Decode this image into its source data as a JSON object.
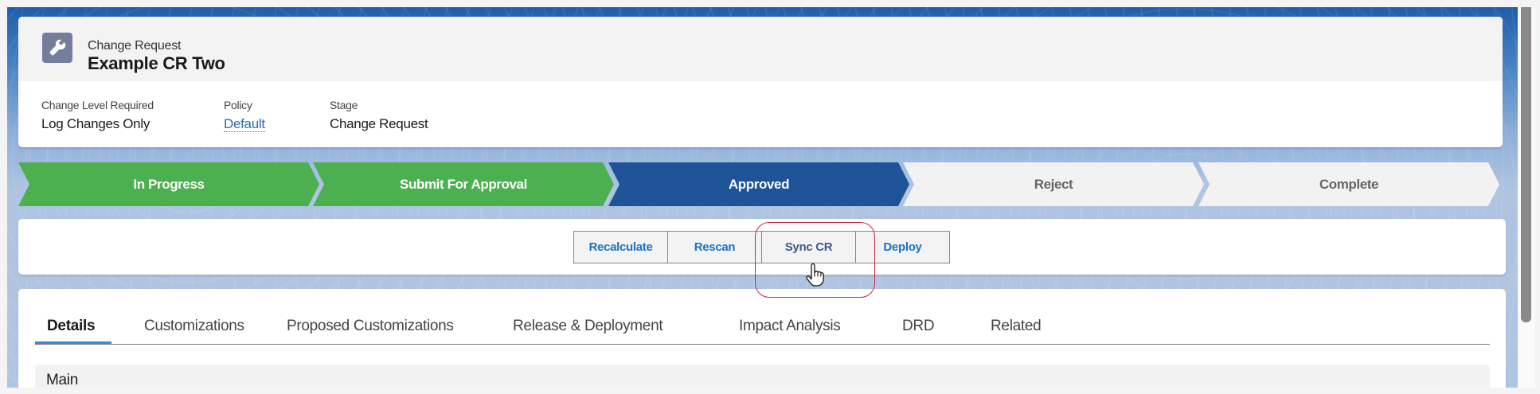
{
  "header": {
    "record_type": "Change Request",
    "record_name": "Example CR Two",
    "icon": "wrench-icon",
    "icon_color": "#747d9c",
    "fields": [
      {
        "label": "Change Level Required",
        "value": "Log Changes Only",
        "is_link": false
      },
      {
        "label": "Policy",
        "value": "Default",
        "is_link": true
      },
      {
        "label": "Stage",
        "value": "Change Request",
        "is_link": false
      }
    ]
  },
  "path": {
    "stages": [
      {
        "label": "In Progress",
        "status": "complete"
      },
      {
        "label": "Submit For Approval",
        "status": "complete"
      },
      {
        "label": "Approved",
        "status": "current"
      },
      {
        "label": "Reject",
        "status": "todo"
      },
      {
        "label": "Complete",
        "status": "todo"
      }
    ],
    "colors": {
      "complete": "#4caf50",
      "current": "#1f5397",
      "todo": "#f2f2f2"
    }
  },
  "actions": {
    "buttons": [
      {
        "label": "Recalculate"
      },
      {
        "label": "Rescan"
      },
      {
        "label": "Sync CR",
        "hovered": true
      },
      {
        "label": "Deploy"
      }
    ],
    "highlight_color": "#c5283d"
  },
  "tabs": {
    "items": [
      {
        "label": "Details",
        "active": true
      },
      {
        "label": "Customizations"
      },
      {
        "label": "Proposed Customizations"
      },
      {
        "label": "Release & Deployment"
      },
      {
        "label": "Impact Analysis"
      },
      {
        "label": "DRD"
      },
      {
        "label": "Related"
      }
    ],
    "accent": "#3e87d6"
  },
  "section": {
    "title": "Main"
  }
}
